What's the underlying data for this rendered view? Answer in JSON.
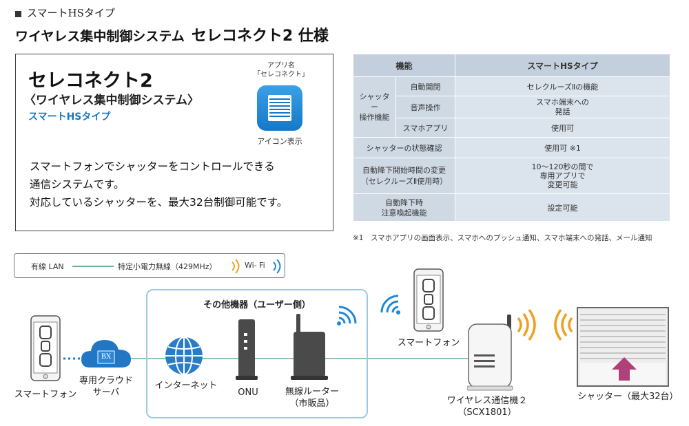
{
  "section_label": "スマートHSタイプ",
  "main_title": {
    "prefix": "ワイヤレス集中制御システム",
    "suffix": "セレコネクト2 仕様"
  },
  "product_box": {
    "name": "セレコネクト2",
    "subtitle": "〈ワイヤレス集中制御システム〉",
    "type_label": "スマートHSタイプ",
    "app_caption_line1": "アプリ名",
    "app_caption_line2": "「セレコネクト」",
    "icon_caption": "アイコン表示",
    "description": [
      "スマートフォンでシャッターをコントロールできる",
      "通信システムです。",
      "対応しているシャッターを、最大32台制御可能です。"
    ]
  },
  "spec_table": {
    "header": {
      "function": "機能",
      "type": "スマートHSタイプ"
    },
    "shutter_ops_group_line1": "シャッター",
    "shutter_ops_group_line2": "操作機能",
    "rows": {
      "auto_open_label": "自動開閉",
      "auto_open_value": "セレクルーズⅡの機能",
      "voice_label": "音声操作",
      "voice_value_line1": "スマホ端末への",
      "voice_value_line2": "発話",
      "app_label": "スマホアプリ",
      "app_value": "使用可",
      "status_label": "シャッターの状態確認",
      "status_value": "使用可 ※1",
      "delay_label_line1": "自動降下開始時間の変更",
      "delay_label_line2": "（セレクルーズⅡ使用時）",
      "delay_value_line1": "10～120秒の間で",
      "delay_value_line2": "専用アプリで",
      "delay_value_line3": "変更可能",
      "alert_label_line1": "自動降下時",
      "alert_label_line2": "注意喚起機能",
      "alert_value": "設定可能"
    }
  },
  "footnote": "※1　スマホアプリの画面表示、スマホへのプッシュ通知、スマホ端末への発話、メール通知",
  "legend": {
    "wired": "有線 LAN",
    "low_power": "特定小電力無線（429MHz）",
    "wifi": "Wi‐ Fi"
  },
  "diagram": {
    "other_devices_title": "その他機器（ユーザー側）",
    "smartphone_left": "スマートフォン",
    "cloud_badge": "BX",
    "cloud_line1": "専用クラウド",
    "cloud_line2": "サーバ",
    "internet": "インターネット",
    "onu": "ONU",
    "router_line1": "無線ルーター",
    "router_line2": "（市販品）",
    "smartphone_mid": "スマートフォン",
    "wireless_unit_line1": "ワイヤレス通信機２",
    "wireless_unit_line2": "（SCX1801）",
    "shutter": "シャッター（最大32台）"
  },
  "colors": {
    "accent_blue": "#1a75bc",
    "wifi_blue": "#1e88d8",
    "radio_orange": "#f0a020",
    "table_bg": "#dbe3ec",
    "table_header": "#c3cfdc",
    "box_border": "#9ac9e0",
    "shutter_arrow": "#b0407a"
  }
}
